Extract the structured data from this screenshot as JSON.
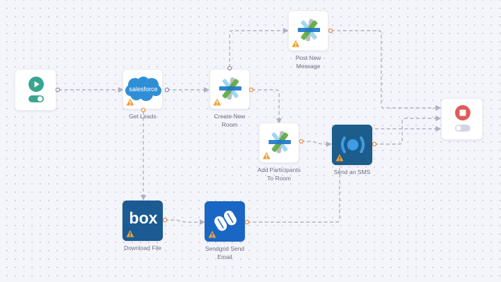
{
  "canvas": {
    "background": "#f4f4fb",
    "edge_color": "#aeb0c4",
    "warning_color": "#f0a030"
  },
  "nodes": [
    {
      "id": "start",
      "type": "trigger",
      "icon": "play-icon",
      "toggle_on": true,
      "accent": "#3aa58f"
    },
    {
      "id": "get-leads",
      "label": "Get Leads",
      "icon": "salesforce-icon",
      "icon_text": "salesforce",
      "warning": true
    },
    {
      "id": "create-new-room",
      "label_lines": [
        "Create New",
        "Room"
      ],
      "icon": "cisco-spark-icon",
      "warning": true
    },
    {
      "id": "post-new-message",
      "label_lines": [
        "Post New",
        "Message"
      ],
      "icon": "cisco-spark-icon",
      "warning": true
    },
    {
      "id": "add-participants",
      "label_lines": [
        "Add Participants",
        "To Room"
      ],
      "icon": "cisco-spark-icon",
      "warning": true
    },
    {
      "id": "send-sms",
      "label": "Send an SMS",
      "icon": "sms-broadcast-icon",
      "warning": true
    },
    {
      "id": "download-file",
      "label": "Download File",
      "icon": "box-icon",
      "icon_text": "box",
      "warning": true
    },
    {
      "id": "sendgrid-send-email",
      "label_lines": [
        "Sendgrid Send",
        "Email"
      ],
      "icon": "sendgrid-icon",
      "warning": true
    },
    {
      "id": "stop",
      "type": "terminator",
      "icon": "stop-icon",
      "toggle_on": false,
      "accent": "#e05a5a"
    }
  ],
  "edges": [
    {
      "from": "start",
      "to": "get-leads"
    },
    {
      "from": "get-leads",
      "to": "create-new-room"
    },
    {
      "from": "get-leads",
      "to": "download-file"
    },
    {
      "from": "create-new-room",
      "to": "post-new-message"
    },
    {
      "from": "create-new-room",
      "to": "add-participants"
    },
    {
      "from": "add-participants",
      "to": "send-sms"
    },
    {
      "from": "download-file",
      "to": "sendgrid-send-email"
    },
    {
      "from": "post-new-message",
      "to": "stop"
    },
    {
      "from": "send-sms",
      "to": "stop"
    },
    {
      "from": "sendgrid-send-email",
      "to": "stop"
    }
  ]
}
